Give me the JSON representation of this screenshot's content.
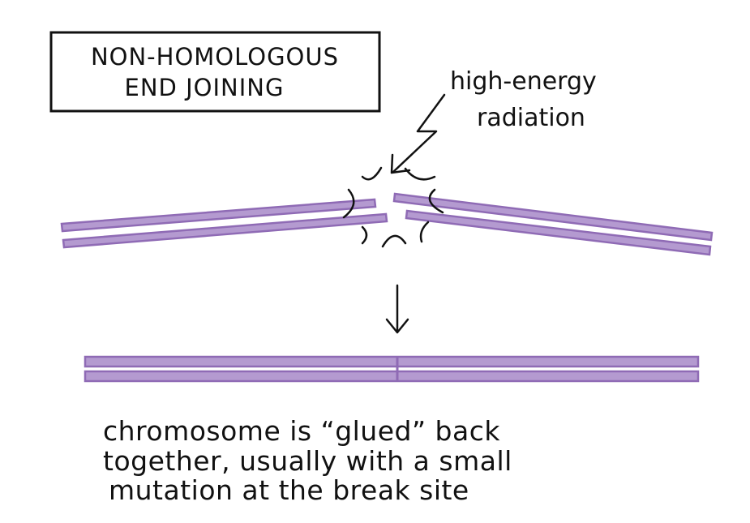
{
  "title": {
    "line1": "NON-HOMOLOGOUS",
    "line2": "END JOINING"
  },
  "radiation_label": {
    "line1": "high-energy",
    "line2": "radiation"
  },
  "caption": {
    "line1": "chromosome is “glued” back",
    "line2": "together, usually with a small",
    "line3": "mutation at the break site"
  },
  "colors": {
    "strand_fill": "#b49ad0",
    "strand_outline": "#8f6bb5",
    "ink": "#111111"
  },
  "icons": {
    "radiation": "lightning-bolt-arrow",
    "process": "down-arrow"
  }
}
